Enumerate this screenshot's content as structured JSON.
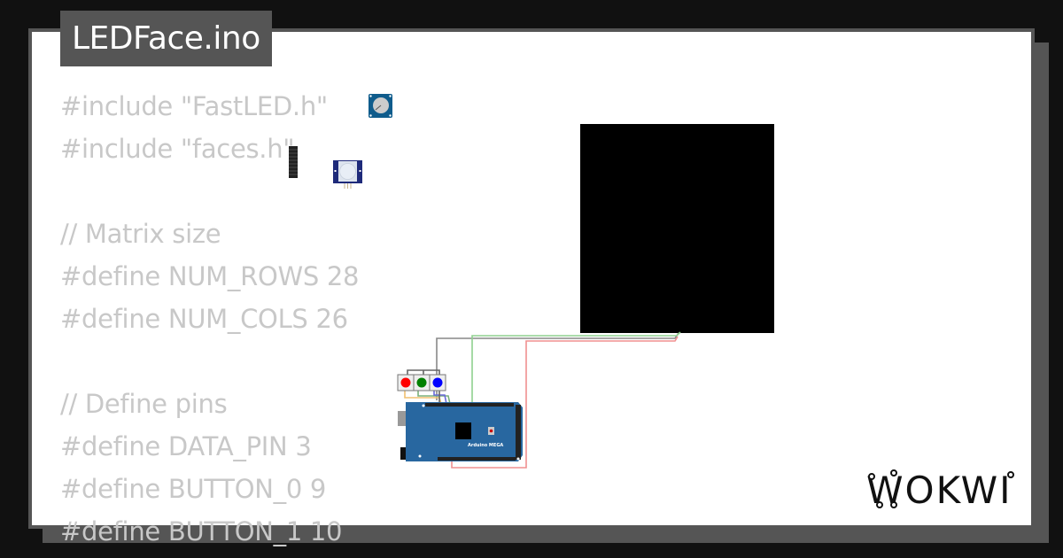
{
  "file_tab": {
    "title": "LEDFace.ino"
  },
  "code": {
    "lines": [
      "#include \"FastLED.h\"",
      "#include \"faces.h\"",
      "",
      "// Matrix size",
      "#define NUM_ROWS 28",
      "#define NUM_COLS 26",
      "",
      "// Define pins",
      "#define DATA_PIN 3",
      "#define BUTTON_0 9",
      "#define BUTTON_1 10"
    ]
  },
  "diagram": {
    "board_label": "Arduino MEGA",
    "components": [
      {
        "type": "potentiometer"
      },
      {
        "type": "pin-header"
      },
      {
        "type": "pir-motion-sensor"
      },
      {
        "type": "pushbutton",
        "color": "#ff0000"
      },
      {
        "type": "pushbutton",
        "color": "#008000"
      },
      {
        "type": "pushbutton",
        "color": "#0000ff"
      },
      {
        "type": "arduino-mega"
      },
      {
        "type": "led-matrix",
        "rows": 28,
        "cols": 26
      }
    ],
    "wire_colors": {
      "gnd": "#888888",
      "data": "#8fd08f",
      "power": "#f09090",
      "btn0": "#f0c070",
      "btn1": "#7ab07a",
      "btn2": "#6a6ad8"
    }
  },
  "brand": {
    "logo": "WOKWI"
  },
  "colors": {
    "background": "#111111",
    "frame": "#555555",
    "card": "#ffffff",
    "code_text": "#c8c8c8",
    "board_blue": "#2867a0"
  }
}
